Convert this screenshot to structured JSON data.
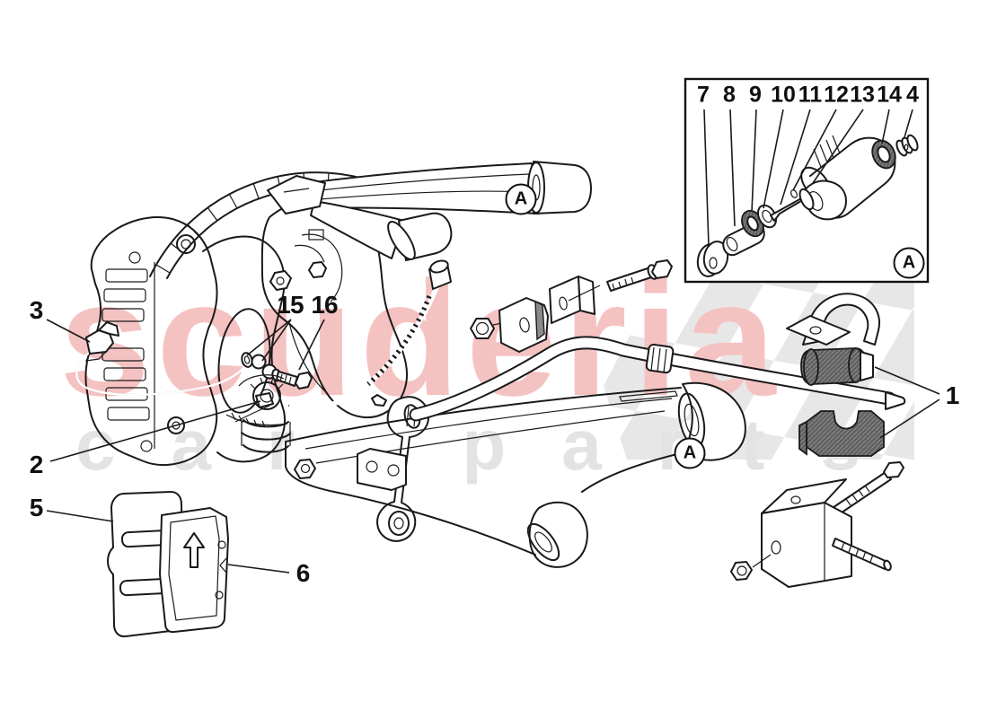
{
  "watermark": {
    "brand": "scuderia",
    "sub": "car parts",
    "brand_color": "#f5c2c2",
    "sub_color": "#e3e3e3",
    "checker_color": "#e7e7e7"
  },
  "callouts": {
    "c1": "1",
    "c2": "2",
    "c3": "3",
    "c5": "5",
    "c6": "6",
    "c15": "15",
    "c16": "16"
  },
  "inset": {
    "labels": [
      "7",
      "8",
      "9",
      "10",
      "11",
      "12",
      "13",
      "14",
      "4"
    ]
  },
  "marker_a": "A"
}
